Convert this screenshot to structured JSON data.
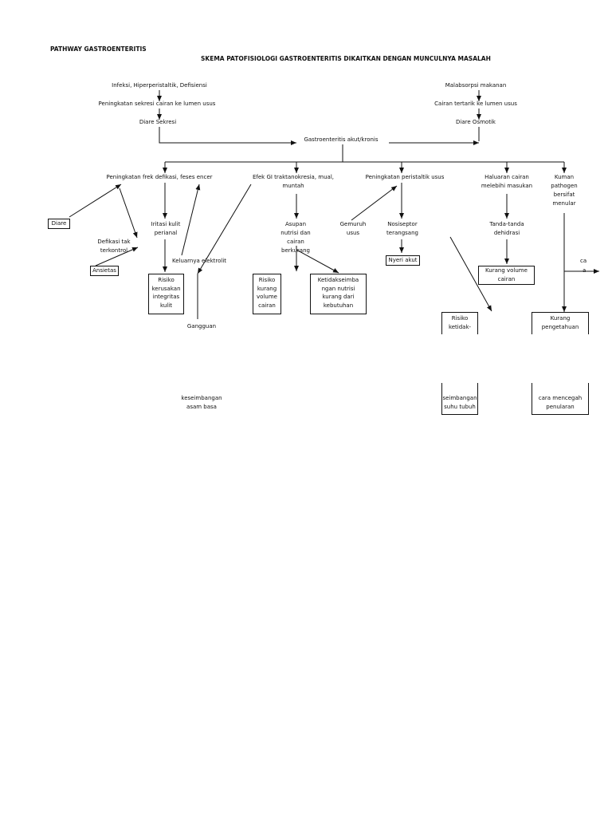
{
  "header": {
    "pathway": "PATHWAY  GASTROENTERITIS",
    "title": "SKEMA PATOFISIOLOGI GASTROENTERITIS DIKAITKAN DENGAN MUNCULNYA MASALAH"
  },
  "nodes": {
    "infeksi": "Infeksi, Hiperperistaltik, Defisiensi",
    "peningkatan_sekresi": "Peningkatan sekresi cairan ke lumen usus",
    "diare_sekresi": "Diare Sekresi",
    "malabsorpsi": "Malabsorpsi makanan",
    "cairan_tertarik": "Cairan tertarik ke lumen usus",
    "diare_osmotik": "Diare Osmotik",
    "gastroenteritis": "Gastroenteritis akut/kronis",
    "peningkatan_frek": "Peningkatan frek defikasi, feses encer",
    "efek_gi": "Efek GI traktanokresia, mual,",
    "efek_gi_2": "muntah",
    "peningkatan_peristaltik": "Peningkatan peristaltik usus",
    "haluaran": [
      "Haluaran cairan",
      "melebihi masukan"
    ],
    "kuman": [
      "Kuman",
      "pathogen",
      "bersifat",
      "menular"
    ],
    "iritasi": [
      "Iritasi kulit",
      "perianal"
    ],
    "defikasi": [
      "Defikasi tak",
      "terkontrol"
    ],
    "keluarnya_elektrolit": "Keluarnya elektrolit",
    "asupan": [
      "Asupan",
      "nutrisi dan",
      "cairan",
      "berkurang"
    ],
    "gemuruh": [
      "Gemuruh",
      "usus"
    ],
    "nosiseptor": [
      "Nosiseptor",
      "terangsang"
    ],
    "tanda_dehidrasi": [
      "Tanda-tanda",
      "dehidrasi"
    ],
    "gangguan": "Gangguan",
    "keseimbangan": [
      "keseimbangan",
      "asam basa"
    ],
    "edge_ca": "ca",
    "edge_a": "a"
  },
  "boxes": {
    "diare": "Diare",
    "ansietas": "Ansietas",
    "risiko_kerusakan": [
      "Risiko",
      "kerusakan",
      "integritas",
      "kulit"
    ],
    "risiko_kurang": [
      "Risiko",
      "kurang",
      "volume",
      "cairan"
    ],
    "ketidakseimbangan": [
      "Ketidakseimba",
      "ngan nutrisi",
      "kurang dari",
      "kebutuhan"
    ],
    "nyeri_akut": "Nyeri akut",
    "kurang_volume": [
      "Kurang volume",
      "cairan"
    ],
    "risiko_ketidak": [
      "Risiko",
      "ketidak-"
    ],
    "kurang_pengetahuan": [
      "Kurang",
      "pengetahuan"
    ],
    "seimbangan_suhu": [
      "seimbangan",
      "suhu tubuh"
    ],
    "cara_mencegah": [
      "cara mencegah",
      "penularan"
    ]
  }
}
